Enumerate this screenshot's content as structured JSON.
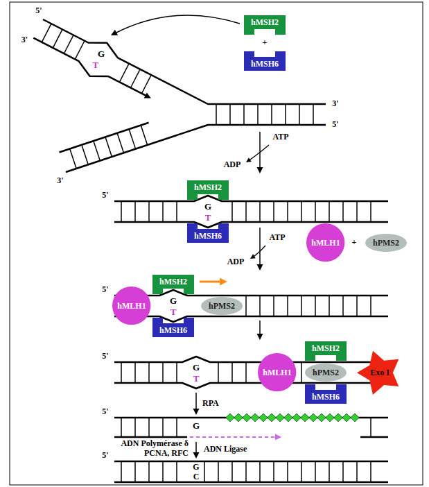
{
  "diagram": {
    "nodes": [
      {
        "text": [
          "hMSH2"
        ]
      },
      {
        "text": [
          "hMSH6"
        ]
      },
      {
        "text": [
          "hMSH2"
        ]
      },
      {
        "text": [
          "hMSH6"
        ]
      },
      {
        "text": [
          "hMLH1"
        ]
      },
      {
        "text": [
          "hPMS2"
        ]
      },
      {
        "text": [
          "hMSH2"
        ]
      },
      {
        "text": [
          "hMLH1"
        ]
      },
      {
        "text": [
          "hPMS2"
        ]
      },
      {
        "text": [
          "hMSH6"
        ]
      },
      {
        "text": [
          "hMSH2"
        ]
      },
      {
        "text": [
          "hMLH1"
        ]
      },
      {
        "text": [
          "hPMS2"
        ]
      },
      {
        "text": [
          "Exo I"
        ]
      },
      {
        "text": [
          "hMSH6"
        ]
      }
    ],
    "labels": [
      "5'",
      "3'",
      "+",
      "G",
      "T",
      "3'",
      "5'",
      "ATP",
      "ADP",
      "3'",
      "5'",
      "G",
      "T",
      "+",
      "ATP",
      "ADP",
      "5'",
      "G",
      "T",
      "5'",
      "G",
      "T",
      "RPA",
      "5'",
      "G",
      "ADN Polymérase δ",
      "ADN Ligase",
      "PCNA, RFC",
      "5'",
      "G",
      "C"
    ]
  }
}
